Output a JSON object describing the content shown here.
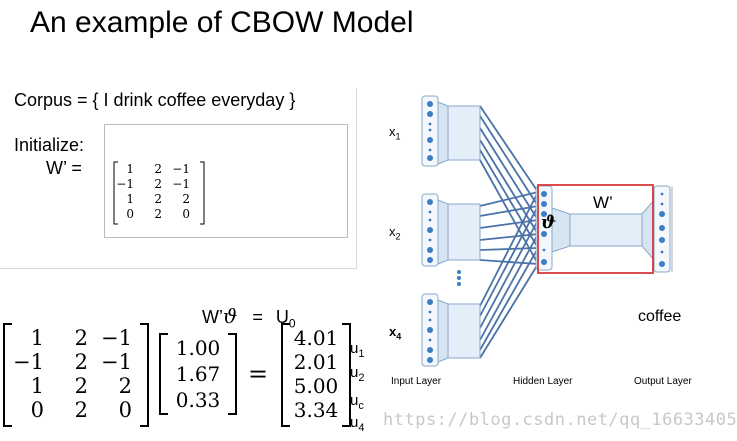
{
  "title": "An example of CBOW Model",
  "corpus_text": "Corpus = { I drink coffee everyday }",
  "initialize_label": "Initialize:",
  "w_prime_label": "W’  =",
  "w_prime_matrix": [
    [
      "1",
      "2",
      "−1"
    ],
    [
      "−1",
      "2",
      "−1"
    ],
    [
      "1",
      "2",
      "2"
    ],
    [
      "0",
      "2",
      "0"
    ]
  ],
  "equation": {
    "lhs": "W’",
    "theta": "ϑ",
    "equals": "=",
    "rhs": "U",
    "rhs_sub": "0"
  },
  "big_matrix": [
    [
      "1",
      "2",
      "−1"
    ],
    [
      "−1",
      "2",
      "−1"
    ],
    [
      "1",
      "2",
      "2"
    ],
    [
      "0",
      "2",
      "0"
    ]
  ],
  "vector": [
    "1.00",
    "1.67",
    "0.33"
  ],
  "equals_sign": "=",
  "result": [
    "4.01",
    "2.01",
    "5.00",
    "3.34"
  ],
  "u_labels": [
    {
      "base": "u",
      "sub": "1"
    },
    {
      "base": "u",
      "sub": "2"
    },
    {
      "base": "u",
      "sub": "c"
    },
    {
      "base": "u",
      "sub": "4"
    }
  ],
  "network": {
    "x_labels": [
      {
        "base": "x",
        "sub": "1"
      },
      {
        "base": "x",
        "sub": "2"
      },
      {
        "base": "x",
        "sub": "4"
      }
    ],
    "w_prime": "W’",
    "theta": "ϑ",
    "output_word": "coffee",
    "layer_labels": [
      "Input Layer",
      "Hidden Layer",
      "Output Layer"
    ],
    "highlight_color": "#d9383a",
    "node_color": "#3a7ec8",
    "box_fill": "#e4eef8",
    "line_color": "#4a72a8"
  },
  "watermark": "https://blog.csdn.net/qq_16633405"
}
